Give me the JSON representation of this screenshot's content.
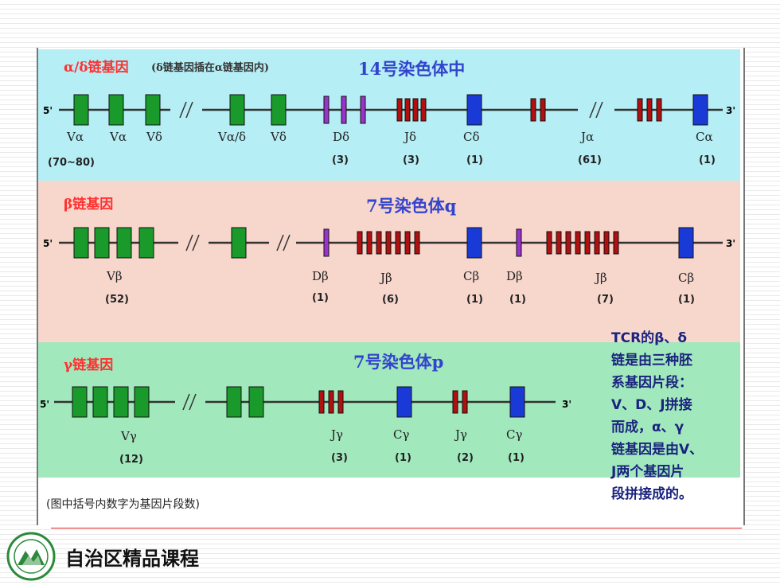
{
  "colors": {
    "v_segment": "#1a9a2a",
    "d_segment": "#9933cc",
    "j_segment": "#b01010",
    "c_segment": "#1a3ad8",
    "title_red": "#ff3030",
    "chromosome_blue": "#3344cc"
  },
  "sections": [
    {
      "id": "ad",
      "title": "α/δ链基因",
      "subtitle": "(δ链基因插在α链基因内)",
      "chromosome": "14号染色体中",
      "end5": "5'",
      "end3": "3'",
      "labels": [
        "Vα",
        "Vα",
        "Vδ",
        "Vα/δ",
        "Vδ",
        "Dδ",
        "Jδ",
        "Cδ",
        "Jα",
        "Cα"
      ],
      "counts": [
        "(70~80)",
        "(3)",
        "(3)",
        "(1)",
        "(61)",
        "(1)"
      ]
    },
    {
      "id": "b",
      "title": "β链基因",
      "chromosome": "7号染色体q",
      "end5": "5'",
      "end3": "3'",
      "labels": [
        "Vβ",
        "Dβ",
        "Jβ",
        "Cβ",
        "Dβ",
        "Jβ",
        "Cβ"
      ],
      "counts": [
        "(52)",
        "(1)",
        "(6)",
        "(1)",
        "(1)",
        "(7)",
        "(1)"
      ]
    },
    {
      "id": "g",
      "title": "γ链基因",
      "chromosome": "7号染色体p",
      "end5": "5'",
      "end3": "3'",
      "labels": [
        "Vγ",
        "Jγ",
        "Cγ",
        "Jγ",
        "Cγ"
      ],
      "counts": [
        "(12)",
        "(3)",
        "(1)",
        "(2)",
        "(1)"
      ]
    }
  ],
  "note": "(图中括号内数字为基因片段数)",
  "callout_lines": [
    "TCR的β、δ",
    "链是由三种胚",
    "系基因片段：",
    "V、D、J拼接",
    "而成，α、γ",
    "链基因是由V、",
    "J两个基因片",
    "段拼接成的。"
  ],
  "footer": {
    "title": "自治区精品课程"
  }
}
